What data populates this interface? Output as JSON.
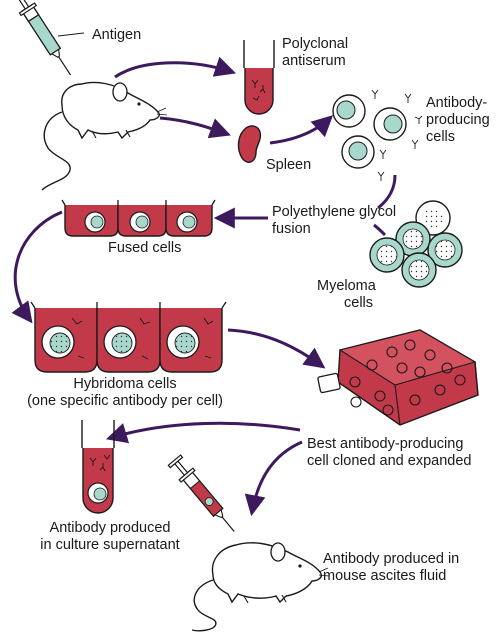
{
  "labels": {
    "antigen": "Antigen",
    "polyclonal_1": "Polyclonal",
    "polyclonal_2": "antiserum",
    "spleen": "Spleen",
    "antibody_producing_1": "Antibody-",
    "antibody_producing_2": "producing",
    "antibody_producing_3": "cells",
    "peg_1": "Polyethylene glycol",
    "peg_2": "fusion",
    "fused_cells": "Fused cells",
    "myeloma_1": "Myeloma",
    "myeloma_2": "cells",
    "hybridoma_1": "Hybridoma cells",
    "hybridoma_2": "(one specific antibody per cell)",
    "best_1": "Best antibody-producing",
    "best_2": "cell cloned and expanded",
    "supernatant_1": "Antibody produced",
    "supernatant_2": "in culture supernatant",
    "ascites_1": "Antibody produced in",
    "ascites_2": "mouse ascites fluid"
  },
  "colors": {
    "arrow": "#3d1a5e",
    "culture_red": "#c23a4a",
    "cell_teal": "#a8d8cc",
    "outline": "#1a1a1a"
  },
  "icons": [
    "syringe-icon",
    "mouse-icon",
    "tube-icon",
    "spleen-icon",
    "antibody-cell-icon",
    "myeloma-cell-icon",
    "culture-well-icon",
    "culture-flask-icon"
  ]
}
